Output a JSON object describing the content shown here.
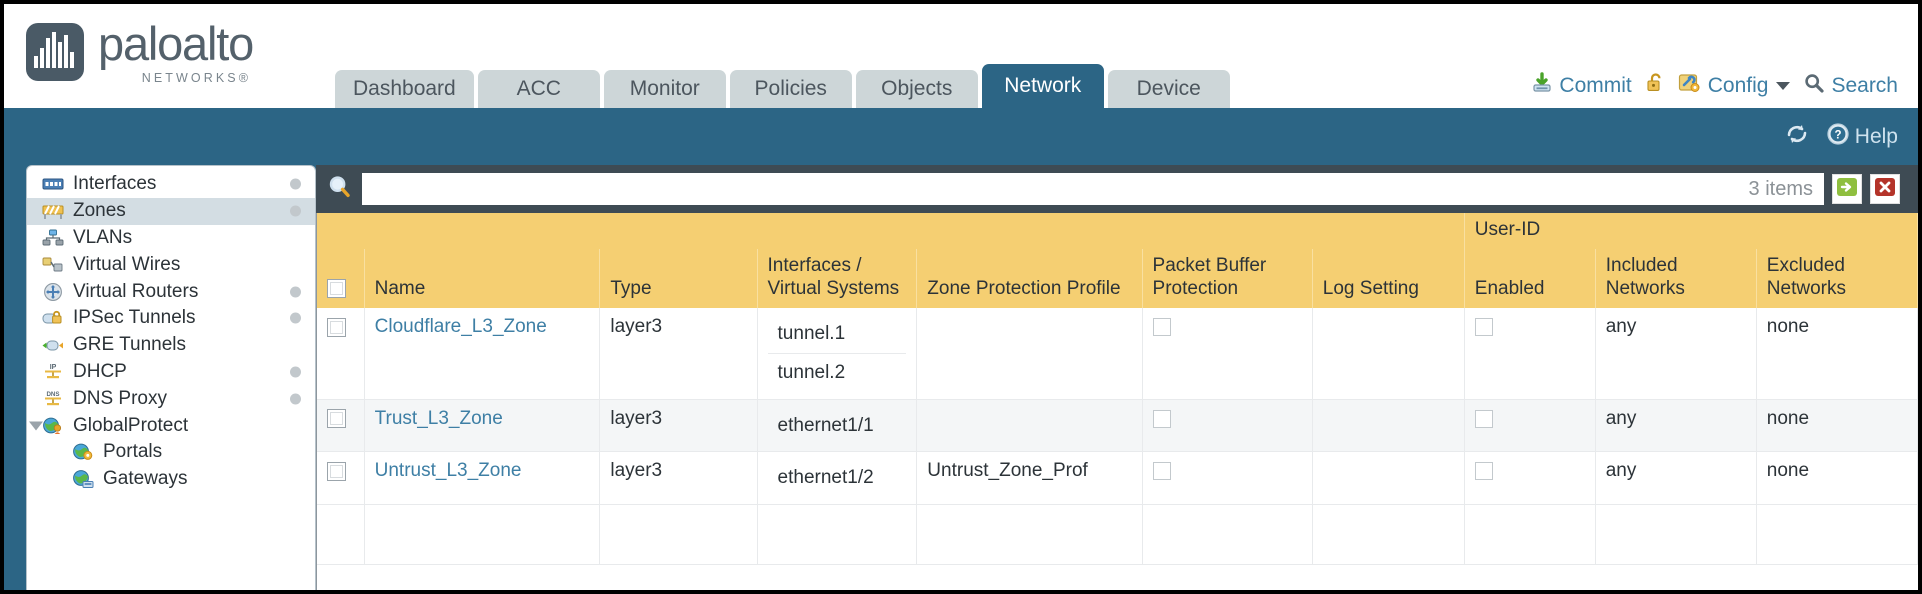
{
  "brand": {
    "name": "paloalto",
    "tagline": "NETWORKS",
    "registered": "®"
  },
  "tabs": [
    {
      "label": "Dashboard",
      "active": false
    },
    {
      "label": "ACC",
      "active": false
    },
    {
      "label": "Monitor",
      "active": false
    },
    {
      "label": "Policies",
      "active": false
    },
    {
      "label": "Objects",
      "active": false
    },
    {
      "label": "Network",
      "active": true
    },
    {
      "label": "Device",
      "active": false
    }
  ],
  "top_actions": {
    "commit": "Commit",
    "lock_icon": "padlock-unlocked-icon",
    "config": "Config",
    "search": "Search"
  },
  "blue_band": {
    "refresh_icon": "refresh-icon",
    "help": "Help"
  },
  "sidebar": {
    "items": [
      {
        "label": "Interfaces",
        "icon": "interfaces-icon",
        "selected": false,
        "dot": true,
        "child": false,
        "expander": false
      },
      {
        "label": "Zones",
        "icon": "zones-icon",
        "selected": true,
        "dot": true,
        "child": false,
        "expander": false
      },
      {
        "label": "VLANs",
        "icon": "vlans-icon",
        "selected": false,
        "dot": false,
        "child": false,
        "expander": false
      },
      {
        "label": "Virtual Wires",
        "icon": "virtual-wires-icon",
        "selected": false,
        "dot": false,
        "child": false,
        "expander": false
      },
      {
        "label": "Virtual Routers",
        "icon": "virtual-routers-icon",
        "selected": false,
        "dot": true,
        "child": false,
        "expander": false
      },
      {
        "label": "IPSec Tunnels",
        "icon": "ipsec-tunnels-icon",
        "selected": false,
        "dot": true,
        "child": false,
        "expander": false
      },
      {
        "label": "GRE Tunnels",
        "icon": "gre-tunnels-icon",
        "selected": false,
        "dot": false,
        "child": false,
        "expander": false
      },
      {
        "label": "DHCP",
        "icon": "dhcp-icon",
        "selected": false,
        "dot": true,
        "child": false,
        "expander": false
      },
      {
        "label": "DNS Proxy",
        "icon": "dns-proxy-icon",
        "selected": false,
        "dot": true,
        "child": false,
        "expander": false
      },
      {
        "label": "GlobalProtect",
        "icon": "globalprotect-icon",
        "selected": false,
        "dot": false,
        "child": false,
        "expander": true
      },
      {
        "label": "Portals",
        "icon": "portals-icon",
        "selected": false,
        "dot": false,
        "child": true,
        "expander": false
      },
      {
        "label": "Gateways",
        "icon": "gateways-icon",
        "selected": false,
        "dot": false,
        "child": true,
        "expander": false
      }
    ]
  },
  "search": {
    "value": "",
    "placeholder": "",
    "items_count": "3 items",
    "apply_icon": "green-arrow-apply-icon",
    "clear_icon": "red-x-clear-icon"
  },
  "table": {
    "group_header": "User-ID",
    "columns": [
      "Name",
      "Type",
      "Interfaces / Virtual Systems",
      "Zone Protection Profile",
      "Packet Buffer Protection",
      "Log Setting",
      "Enabled",
      "Included Networks",
      "Excluded Networks"
    ],
    "rows": [
      {
        "name": "Cloudflare_L3_Zone",
        "type": "layer3",
        "interfaces": [
          "tunnel.1",
          "tunnel.2"
        ],
        "zone_protection_profile": "",
        "packet_buffer_protection": false,
        "log_setting": "",
        "userid_enabled": false,
        "included_networks": "any",
        "excluded_networks": "none",
        "selected": false
      },
      {
        "name": "Trust_L3_Zone",
        "type": "layer3",
        "interfaces": [
          "ethernet1/1"
        ],
        "zone_protection_profile": "",
        "packet_buffer_protection": false,
        "log_setting": "",
        "userid_enabled": false,
        "included_networks": "any",
        "excluded_networks": "none",
        "selected": false
      },
      {
        "name": "Untrust_L3_Zone",
        "type": "layer3",
        "interfaces": [
          "ethernet1/2"
        ],
        "zone_protection_profile": "Untrust_Zone_Prof",
        "packet_buffer_protection": false,
        "log_setting": "",
        "userid_enabled": false,
        "included_networks": "any",
        "excluded_networks": "none",
        "selected": false
      }
    ]
  },
  "colors": {
    "brand_blue": "#2c6585",
    "dark_slate": "#3e4b54",
    "header_yellow": "#f5cf72",
    "group_yellow": "#dcae34",
    "link_blue": "#3e7fa5"
  }
}
